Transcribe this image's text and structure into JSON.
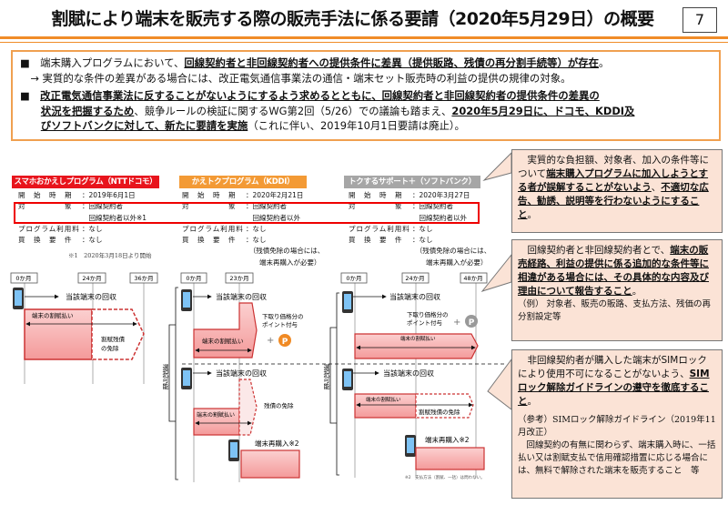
{
  "header": {
    "title": "割賦により端末を販売する際の販売手法に係る要請（2020年5月29日）の概要",
    "page_number": "7"
  },
  "summary": {
    "p1": [
      {
        "t": "■　端末購入プログラムにおいて、"
      },
      {
        "t": "回線契約者と非回線契約者への提供条件に差異（提供販路、残債の再分割手続等）が存在",
        "b": 1
      },
      {
        "t": "。"
      }
    ],
    "p2": [
      {
        "t": "　→ 実質的な条件の差異がある場合には、改正電気通信事業法の通信・端末セット販売時の利益の提供の規律の対象。"
      }
    ],
    "p3": [
      {
        "t": "■　"
      },
      {
        "t": "改正電気通信事業法に反することがないようにするよう求めるとともに、回線契約者と非回線契約者の提供条件の差異の",
        "b": 1
      }
    ],
    "p4": [
      {
        "t": "　　"
      },
      {
        "t": "状況を把握するため",
        "b": 1
      },
      {
        "t": "、競争ルールの検証に関するWG第2回（5/26）での議論も踏まえ、"
      },
      {
        "t": "2020年5月29日に、ドコモ、KDDI及",
        "b": 1
      }
    ],
    "p5": [
      {
        "t": "　　"
      },
      {
        "t": "びソフトバンクに対して、新たに要請を実施",
        "b": 1
      },
      {
        "t": "（これに伴い、2019年10月1日要請は廃止）。"
      }
    ]
  },
  "programs": [
    {
      "name": "スマホおかえしプログラム（NTTドコモ）",
      "color": "#e8141c",
      "rows": [
        [
          "開　始　時　期",
          "：2019年6月1日"
        ],
        [
          "対　　　　　象",
          "：回線契約者"
        ],
        [
          "",
          "　回線契約者以外※1"
        ],
        [
          "プログラム利用料",
          "：なし"
        ],
        [
          "買　換　要　件",
          "：なし"
        ]
      ],
      "note": "※1　2020年3月18日より開始"
    },
    {
      "name": "かえトクプログラム（KDDI）",
      "color": "#f39a35",
      "rows": [
        [
          "開　始　時　期",
          "：2020年2月21日"
        ],
        [
          "対　　　　　象",
          "：回線契約者"
        ],
        [
          "",
          "　回線契約者以外"
        ],
        [
          "プログラム利用料",
          "：なし"
        ],
        [
          "買　換　要　件",
          "：なし"
        ],
        [
          "",
          "　（残債免除の場合には、"
        ],
        [
          "",
          "　　端末再購入が必要）"
        ]
      ]
    },
    {
      "name": "トクするサポート＋（ソフトバンク）",
      "color": "#a6a6a6",
      "rows": [
        [
          "開　始　時　期",
          "：2020年3月27日"
        ],
        [
          "対　　　　　象",
          "：回線契約者"
        ],
        [
          "",
          "　回線契約者以外"
        ],
        [
          "プログラム利用料",
          "：なし"
        ],
        [
          "買　換　要　件",
          "：なし"
        ],
        [
          "",
          "　（残債免除の場合には、"
        ],
        [
          "",
          "　　端末再購入が必要）"
        ]
      ]
    }
  ],
  "diagram": {
    "m0": "0か月",
    "m24": "24か月",
    "m36": "36か月",
    "m23": "23か月",
    "m48": "48か月",
    "collect": "当該端末の回収",
    "installment": "端末の割賦払い",
    "waiver": "割賦残債",
    "waiver2": "の免除",
    "point1": "下取り価格分の",
    "point2": "ポイント付与",
    "plus": "+",
    "p": "P",
    "residual": "残債の免除",
    "rebuy": "端末再購入※2",
    "waiver_full": "割賦残債の免除",
    "selectable": "選択可能",
    "note2": "※2　支払方法（割賦、一括）は問わない。"
  },
  "callouts": [
    {
      "segs": [
        {
          "t": "　実質的な負担額、対象者、加入の条件等について"
        },
        {
          "t": "端末購入プログラムに加入しようとする者が誤解することがないよう",
          "b": 1
        },
        {
          "t": "、"
        },
        {
          "t": "不適切な広告、勧誘、説明等を行わないようにすること",
          "b": 1
        },
        {
          "t": "。"
        }
      ]
    },
    {
      "segs": [
        {
          "t": "　回線契約者と非回線契約者とで、"
        },
        {
          "t": "端末の販売経路、利益の提供に係る追加的な条件等に相違がある場合には、その具体的な内容及び理由について報告すること",
          "b": 1
        },
        {
          "t": "。"
        }
      ],
      "example": "（例） 対象者、販売の販路、支払方法、残価の再分割設定等"
    },
    {
      "segs": [
        {
          "t": "　非回線契約者が購入した端末がSIMロックにより使用不可になることがないよう、"
        },
        {
          "t": "SIMロック解除ガイドラインの遵守を徹底すること",
          "b": 1
        },
        {
          "t": "。"
        }
      ],
      "ref1": "（参考）SIMロック解除ガイドライン（2019年11月改正）",
      "ref2": "　回線契約の有無に関わらず、端末購入時に、一括払い又は割賦支払で信用確認措置に応じる場合には、無料で解除された端末を販売すること　等"
    }
  ]
}
